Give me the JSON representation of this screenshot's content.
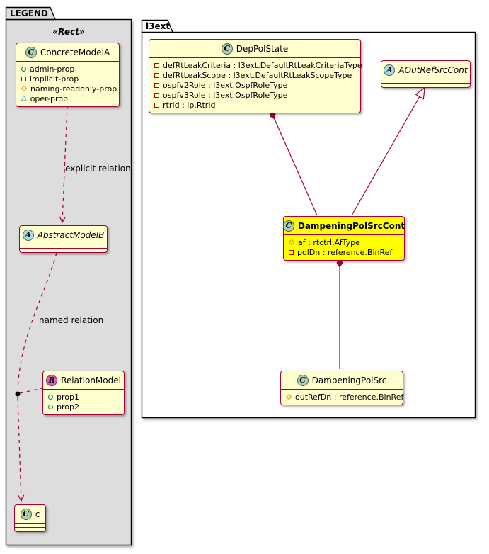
{
  "diagram": {
    "legend": {
      "package_name": "LEGEND",
      "stereotype": "«Rect»",
      "edge_labels": {
        "explicit": "explicit relation",
        "named": "named relation"
      },
      "classes": {
        "concrete_model_a": {
          "spot": "C",
          "name": "ConcreteModelA",
          "attrs": [
            {
              "icon": "circle-green",
              "label": "admin-prop"
            },
            {
              "icon": "square-red",
              "label": "implicit-prop"
            },
            {
              "icon": "diamond-orange",
              "label": "naming-readonly-prop"
            },
            {
              "icon": "triangle-blue",
              "label": "oper-prop"
            }
          ]
        },
        "abstract_model_b": {
          "spot": "A",
          "name": "AbstractModelB"
        },
        "relation_model": {
          "spot": "R",
          "name": "RelationModel",
          "attrs": [
            {
              "icon": "circle-green",
              "label": "prop1"
            },
            {
              "icon": "circle-green",
              "label": "prop2"
            }
          ]
        },
        "class_c": {
          "spot": "C",
          "name": "c"
        }
      }
    },
    "l3ext": {
      "package_name": "l3ext",
      "classes": {
        "dep_pol_state": {
          "spot": "C",
          "name": "DepPolState",
          "attrs": [
            {
              "icon": "square-red",
              "label": "defRtLeakCriteria : l3ext.DefaultRtLeakCriteriaType"
            },
            {
              "icon": "square-red",
              "label": "defRtLeakScope : l3ext.DefaultRtLeakScopeType"
            },
            {
              "icon": "square-red",
              "label": "ospfv2Role : l3ext.OspfRoleType"
            },
            {
              "icon": "square-red",
              "label": "ospfv3Role : l3ext.OspfRoleType"
            },
            {
              "icon": "square-red",
              "label": "rtrId : ip.RtrId"
            }
          ]
        },
        "a_out_ref_src_cont": {
          "spot": "A",
          "name": "AOutRefSrcCont"
        },
        "dampening_pol_src_cont": {
          "spot": "C",
          "name": "DampeningPolSrcCont",
          "highlighted": true,
          "attrs": [
            {
              "icon": "diamond-orange",
              "label": "af : rtctrl.AfType"
            },
            {
              "icon": "square-red",
              "label": "polDn : reference.BinRef"
            }
          ]
        },
        "dampening_pol_src": {
          "spot": "C",
          "name": "DampeningPolSrc",
          "attrs": [
            {
              "icon": "diamond-orange",
              "label": "outRefDn : reference.BinRef"
            }
          ]
        }
      }
    },
    "relations": [
      {
        "from": "ConcreteModelA",
        "to": "AbstractModelB",
        "type": "dashed-arrow",
        "label": "explicit relation"
      },
      {
        "from": "AbstractModelB",
        "to": "c",
        "type": "dashed-arrow",
        "label": "named relation",
        "via_dot_to": "RelationModel"
      },
      {
        "from": "DepPolState",
        "to": "DampeningPolSrcCont",
        "type": "composition"
      },
      {
        "from": "DampeningPolSrcCont",
        "to": "AOutRefSrcCont",
        "type": "generalization"
      },
      {
        "from": "DampeningPolSrcCont",
        "to": "DampeningPolSrc",
        "type": "composition"
      }
    ],
    "colors": {
      "class_bg": "#FEFECE",
      "highlight_bg": "#FFFF00",
      "border": "#A80036",
      "legend_package_bg": "#DDDDDD",
      "spot_c_bg": "#ADD1B2",
      "spot_a_bg": "#A9DCDF",
      "spot_r_bg": "#E85BC0",
      "icon_circle": "#038048",
      "icon_square": "#C00000",
      "icon_diamond": "#D48F00",
      "icon_triangle": "#0080C8"
    }
  }
}
